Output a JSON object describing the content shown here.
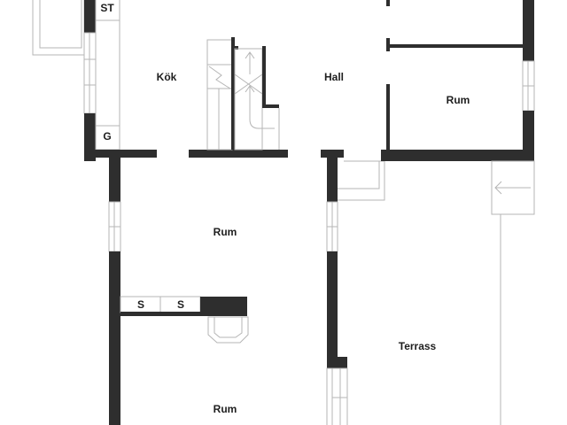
{
  "rooms": {
    "kitchen": "Kök",
    "hall": "Hall",
    "room_right": "Rum",
    "room_middle": "Rum",
    "room_lower": "Rum",
    "terrace": "Terrass"
  },
  "fixtures": {
    "stove": "ST",
    "g": "G",
    "wardrobe_1": "S",
    "wardrobe_2": "S"
  },
  "colors": {
    "wall": "#2e2e2e",
    "line": "#b5b5b5"
  }
}
